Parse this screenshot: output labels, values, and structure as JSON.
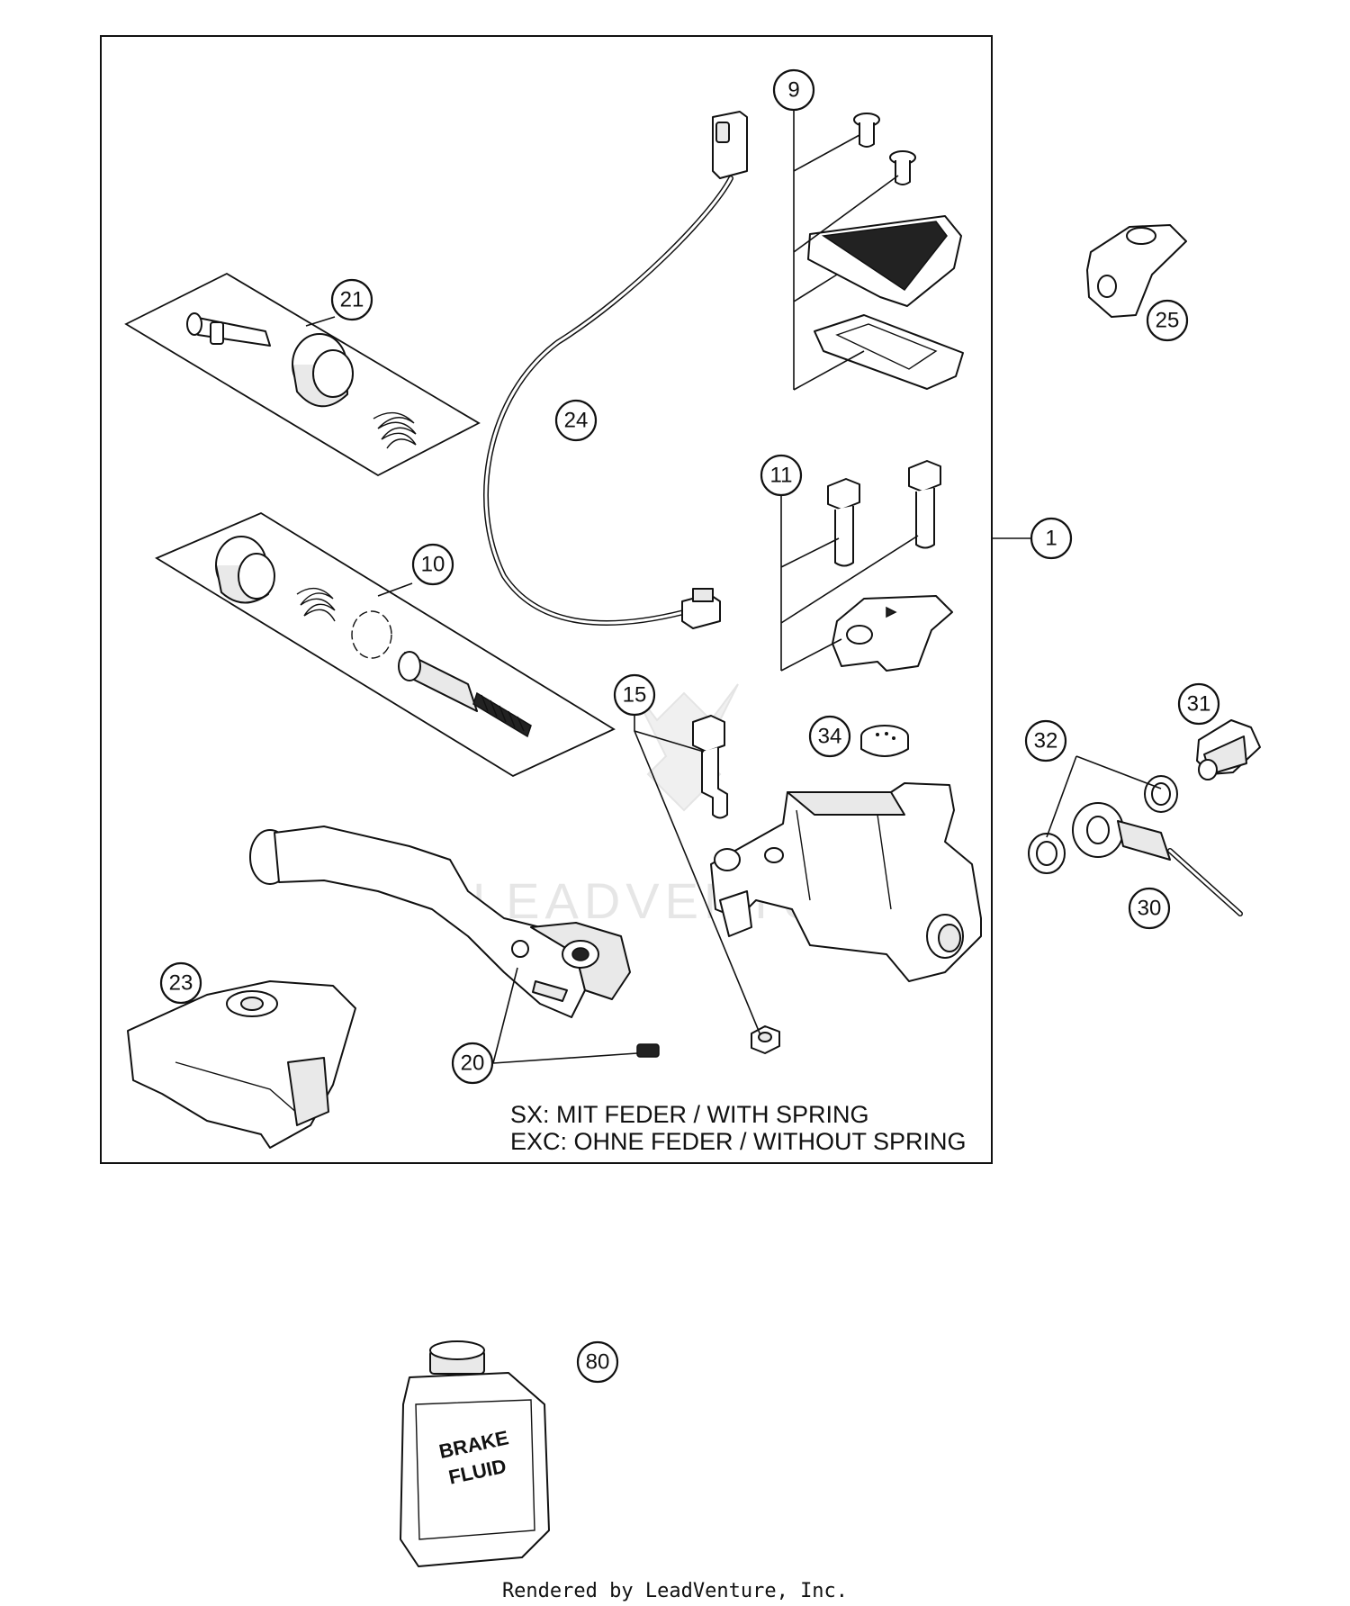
{
  "callouts": {
    "c1": "1",
    "c9": "9",
    "c10": "10",
    "c11": "11",
    "c15": "15",
    "c20": "20",
    "c21": "21",
    "c23": "23",
    "c24": "24",
    "c25": "25",
    "c30": "30",
    "c31": "31",
    "c32": "32",
    "c34": "34",
    "c80": "80"
  },
  "note": {
    "line1": "SX: MIT FEDER / WITH SPRING",
    "line2": "EXC: OHNE FEDER / WITHOUT SPRING"
  },
  "bottle_label": {
    "line1": "BRAKE",
    "line2": "FLUID"
  },
  "watermark": "LEADVENTURE",
  "footer": "Rendered by LeadVenture, Inc."
}
